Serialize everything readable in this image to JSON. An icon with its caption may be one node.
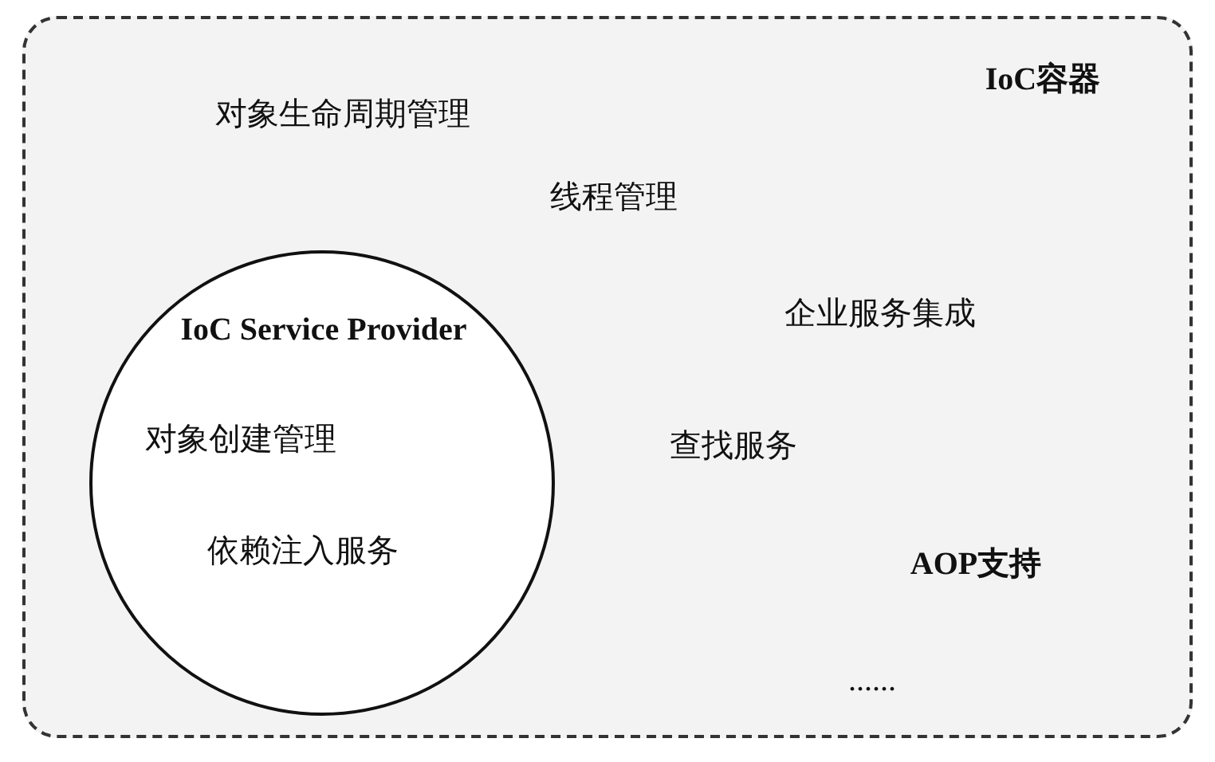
{
  "diagram": {
    "nodes": [
      {
        "text": [
          "IoC容器",
          "对象生命周期管理",
          "线程管理",
          "企业服务集成",
          "查找服务",
          "AOP支持",
          "......"
        ]
      },
      {
        "text": [
          "IoC Service Provider",
          "对象创建管理",
          "依赖注入服务"
        ],
        "in": 0
      }
    ]
  }
}
